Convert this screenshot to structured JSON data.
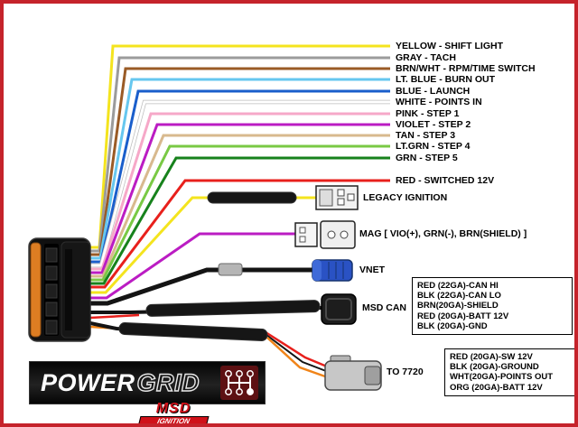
{
  "frame": {
    "border_color": "#c5232b",
    "background": "#ffffff"
  },
  "wires": [
    {
      "name": "yellow",
      "color": "#f4e41e",
      "label": "YELLOW - SHIFT LIGHT"
    },
    {
      "name": "gray",
      "color": "#9b9b9b",
      "label": "GRAY - TACH"
    },
    {
      "name": "brown-white",
      "color": "#9a5b26",
      "label": "BRN/WHT - RPM/TIME SWITCH"
    },
    {
      "name": "light-blue",
      "color": "#66c7ef",
      "label": "LT. BLUE - BURN OUT"
    },
    {
      "name": "blue",
      "color": "#1a5ecb",
      "label": "BLUE - LAUNCH"
    },
    {
      "name": "white",
      "color": "#ffffff",
      "label": "WHITE - POINTS IN"
    },
    {
      "name": "pink",
      "color": "#f6a8c8",
      "label": "PINK - STEP 1"
    },
    {
      "name": "violet",
      "color": "#bb1cc3",
      "label": "VIOLET - STEP 2"
    },
    {
      "name": "tan",
      "color": "#d8b98e",
      "label": "TAN - STEP 3"
    },
    {
      "name": "light-green",
      "color": "#79c944",
      "label": "LT.GRN - STEP 4"
    },
    {
      "name": "green",
      "color": "#17821c",
      "label": "GRN - STEP 5"
    },
    {
      "name": "red",
      "color": "#e8201c",
      "label": "RED - SWITCHED 12V"
    }
  ],
  "branches": [
    {
      "name": "legacy-ignition",
      "wire_color": "#f4e41e",
      "label": "LEGACY IGNITION"
    },
    {
      "name": "mag-pickup",
      "wire_color": "#bb1cc3",
      "label": "MAG [ VIO(+), GRN(-), BRN(SHIELD) ]"
    },
    {
      "name": "vnet",
      "wire_color": "#141414",
      "label": "VNET"
    },
    {
      "name": "msd-can",
      "wire_color": "#141414",
      "label": "MSD CAN"
    },
    {
      "name": "to-7720",
      "wire_color": "#141414",
      "label": "TO 7720"
    }
  ],
  "accent_colors": {
    "red": "#e8201c",
    "orange": "#f08419",
    "black": "#141414"
  },
  "info_boxes": {
    "msd_can": {
      "lines": [
        "RED (22GA)-CAN HI",
        "BLK (22GA)-CAN LO",
        "BRN(20GA)-SHIELD",
        "RED (20GA)-BATT 12V",
        "BLK (20GA)-GND"
      ]
    },
    "to_7720": {
      "lines": [
        "RED (20GA)-SW 12V",
        "BLK (20GA)-GROUND",
        "WHT(20GA)-POINTS OUT",
        "ORG (20GA)-BATT 12V"
      ]
    }
  },
  "logo": {
    "power": "POWER",
    "grid": "GRID",
    "msd": "MSD",
    "ignition": "IGNITION"
  }
}
